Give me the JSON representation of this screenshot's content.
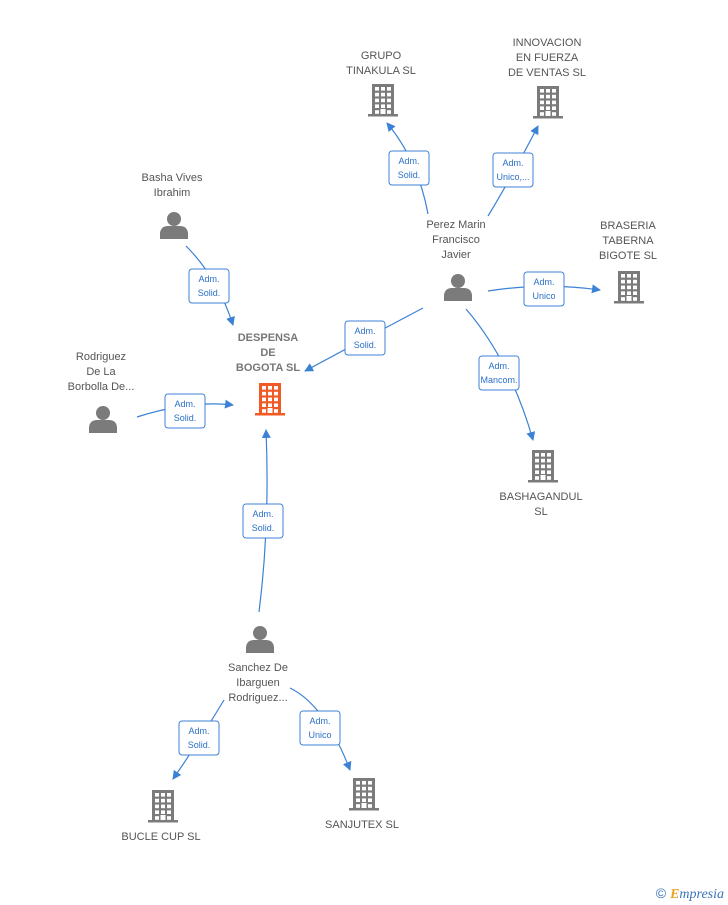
{
  "colors": {
    "center": "#f15a24",
    "company": "#7b7b7b",
    "person": "#7b7b7b",
    "edge": "#3c82d4"
  },
  "nodes": [
    {
      "id": "despensa",
      "kind": "company",
      "center": true,
      "label": [
        "DESPENSA",
        "DE",
        "BOGOTA  SL"
      ]
    },
    {
      "id": "grupo",
      "kind": "company",
      "label": [
        "GRUPO",
        "TINAKULA  SL"
      ]
    },
    {
      "id": "innovacion",
      "kind": "company",
      "label": [
        "INNOVACION",
        "EN FUERZA",
        "DE VENTAS SL"
      ]
    },
    {
      "id": "braseria",
      "kind": "company",
      "label": [
        "BRASERIA",
        "TABERNA",
        "BIGOTE SL"
      ]
    },
    {
      "id": "bashagandul",
      "kind": "company",
      "label": [
        "BASHAGANDUL",
        "SL"
      ]
    },
    {
      "id": "buclecup",
      "kind": "company",
      "label": [
        "BUCLE CUP  SL"
      ]
    },
    {
      "id": "sanjutex",
      "kind": "company",
      "label": [
        "SANJUTEX  SL"
      ]
    },
    {
      "id": "basha",
      "kind": "person",
      "label": [
        "Basha Vives",
        "Ibrahim"
      ]
    },
    {
      "id": "perez",
      "kind": "person",
      "label": [
        "Perez Marin",
        "Francisco",
        "Javier"
      ]
    },
    {
      "id": "rodriguez",
      "kind": "person",
      "label": [
        "Rodriguez",
        "De La",
        "Borbolla De..."
      ]
    },
    {
      "id": "sanchez",
      "kind": "person",
      "label": [
        "Sanchez De",
        "Ibarguen",
        "Rodriguez..."
      ]
    }
  ],
  "edges": [
    {
      "id": "basha-despensa",
      "label": [
        "Adm.",
        "Solid."
      ]
    },
    {
      "id": "rodriguez-despensa",
      "label": [
        "Adm.",
        "Solid."
      ]
    },
    {
      "id": "perez-despensa",
      "label": [
        "Adm.",
        "Solid."
      ]
    },
    {
      "id": "sanchez-despensa",
      "label": [
        "Adm.",
        "Solid."
      ]
    },
    {
      "id": "perez-grupo",
      "label": [
        "Adm.",
        "Solid."
      ]
    },
    {
      "id": "perez-innovacion",
      "label": [
        "Adm.",
        "Unico,..."
      ]
    },
    {
      "id": "perez-braseria",
      "label": [
        "Adm.",
        "Unico"
      ]
    },
    {
      "id": "perez-bashagandul",
      "label": [
        "Adm.",
        "Mancom."
      ]
    },
    {
      "id": "sanchez-buclecup",
      "label": [
        "Adm.",
        "Solid."
      ]
    },
    {
      "id": "sanchez-sanjutex",
      "label": [
        "Adm.",
        "Unico"
      ]
    }
  ],
  "footer": {
    "copyright": "©",
    "brand_first": "E",
    "brand_rest": "mpresia"
  }
}
